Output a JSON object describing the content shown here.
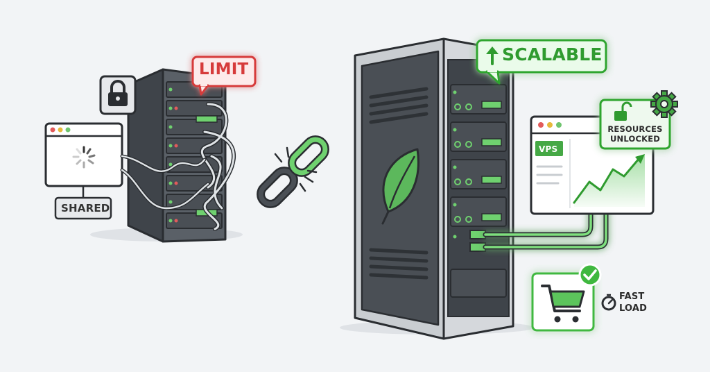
{
  "labels": {
    "limit": "LIMIT",
    "scalable": "SCALABLE",
    "shared": "SHARED",
    "vps": "VPS",
    "resources_line1": "RESOURCES",
    "resources_line2": "UNLOCKED",
    "fast_line1": "FAST",
    "fast_line2": "LOAD"
  },
  "colors": {
    "limit_red": "#d63a3a",
    "scalable_green": "#2f9b2f",
    "vps_green": "#45a845",
    "server_dark": "#4a4f55"
  },
  "icons": [
    "lock-icon",
    "loading-spinner-icon",
    "broken-chain-icon",
    "leaf-icon",
    "gear-icon",
    "unlock-icon",
    "shopping-cart-icon",
    "checkmark-icon",
    "stopwatch-icon",
    "up-arrow-icon",
    "growth-chart-icon"
  ]
}
